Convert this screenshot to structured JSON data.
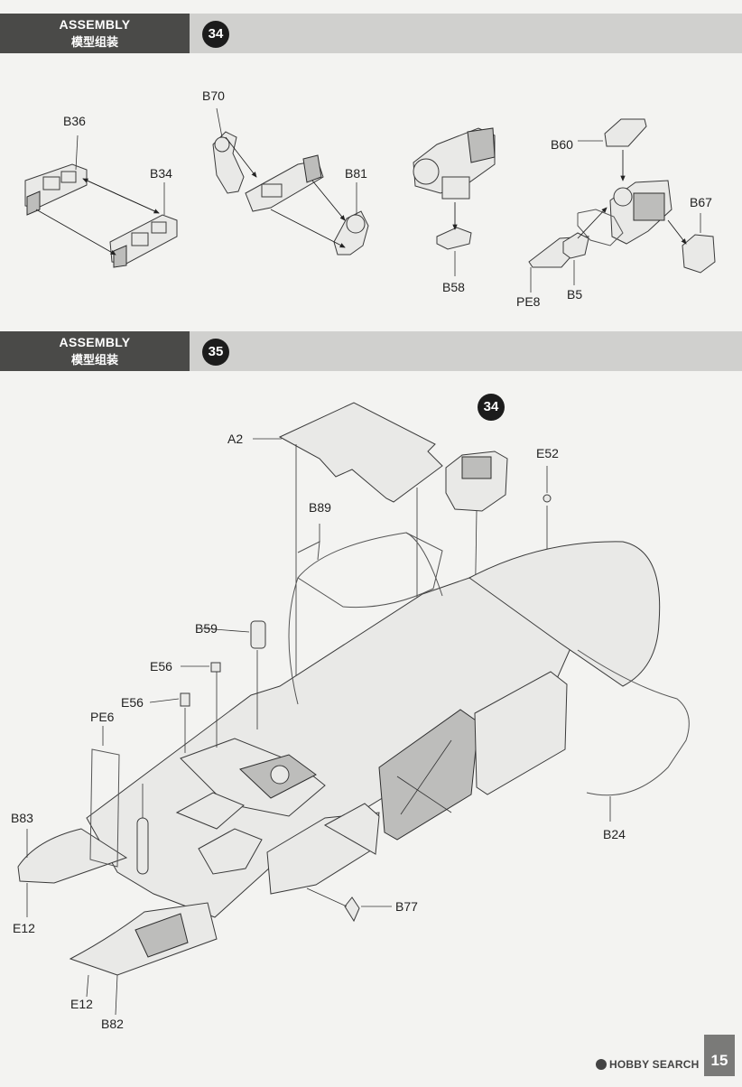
{
  "steps": [
    {
      "number": "34",
      "title_en": "ASSEMBLY",
      "title_cn": "模型组装"
    },
    {
      "number": "35",
      "title_en": "ASSEMBLY",
      "title_cn": "模型组装"
    }
  ],
  "step34_labels": {
    "b36": "B36",
    "b34": "B34",
    "b70": "B70",
    "b81": "B81",
    "b58": "B58",
    "b60": "B60",
    "b67": "B67",
    "pe8": "PE8",
    "b5": "B5"
  },
  "step35_labels": {
    "a2": "A2",
    "ref34": "34",
    "e52": "E52",
    "b89": "B89",
    "b59": "B59",
    "e56a": "E56",
    "e56b": "E56",
    "pe6": "PE6",
    "b83": "B83",
    "e12a": "E12",
    "e12b": "E12",
    "b82": "B82",
    "b77": "B77",
    "b24": "B24"
  },
  "page_number": "15",
  "watermark": "HOBBY SEARCH"
}
